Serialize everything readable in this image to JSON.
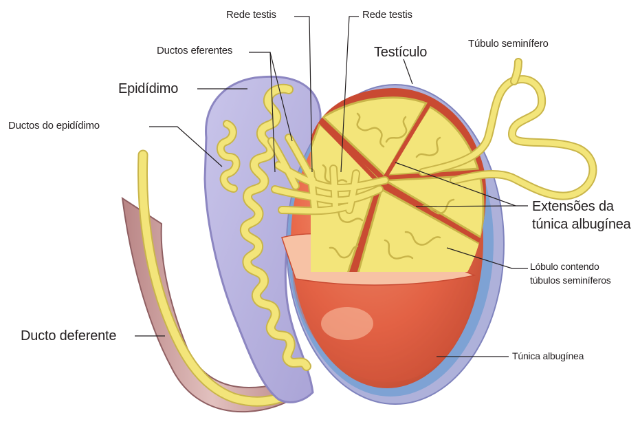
{
  "labels": {
    "rede_testis_1": "Rede testis",
    "rede_testis_2": "Rede testis",
    "ductos_eferentes": "Ductos eferentes",
    "testiculo": "Testículo",
    "tubulo_seminifero": "Túbulo seminífero",
    "epididimo": "Epidídimo",
    "ductos_do_epididimo": "Ductos do epidídimo",
    "extensoes_line1": "Extensões da",
    "extensoes_line2": "túnica albugínea",
    "lobulo_line1": "Lóbulo contendo",
    "lobulo_line2": "túbulos seminíferos",
    "ducto_deferente": "Ducto deferente",
    "tunica_albuginea": "Túnica albugínea"
  },
  "colors": {
    "label_text": "#231f20",
    "leader_line": "#231f20",
    "tubule_yellow": "#f3e57a",
    "tubule_outline": "#c9b54a",
    "epididymis_lilac": "#b9b4dd",
    "epididymis_edge": "#8c86c1",
    "testis_red": "#e8694a",
    "testis_dark": "#c94a32",
    "tunica_blue": "#7ea2d4",
    "tunica_lavender": "#aeb1da",
    "vas_pink": "#c99a9a"
  }
}
